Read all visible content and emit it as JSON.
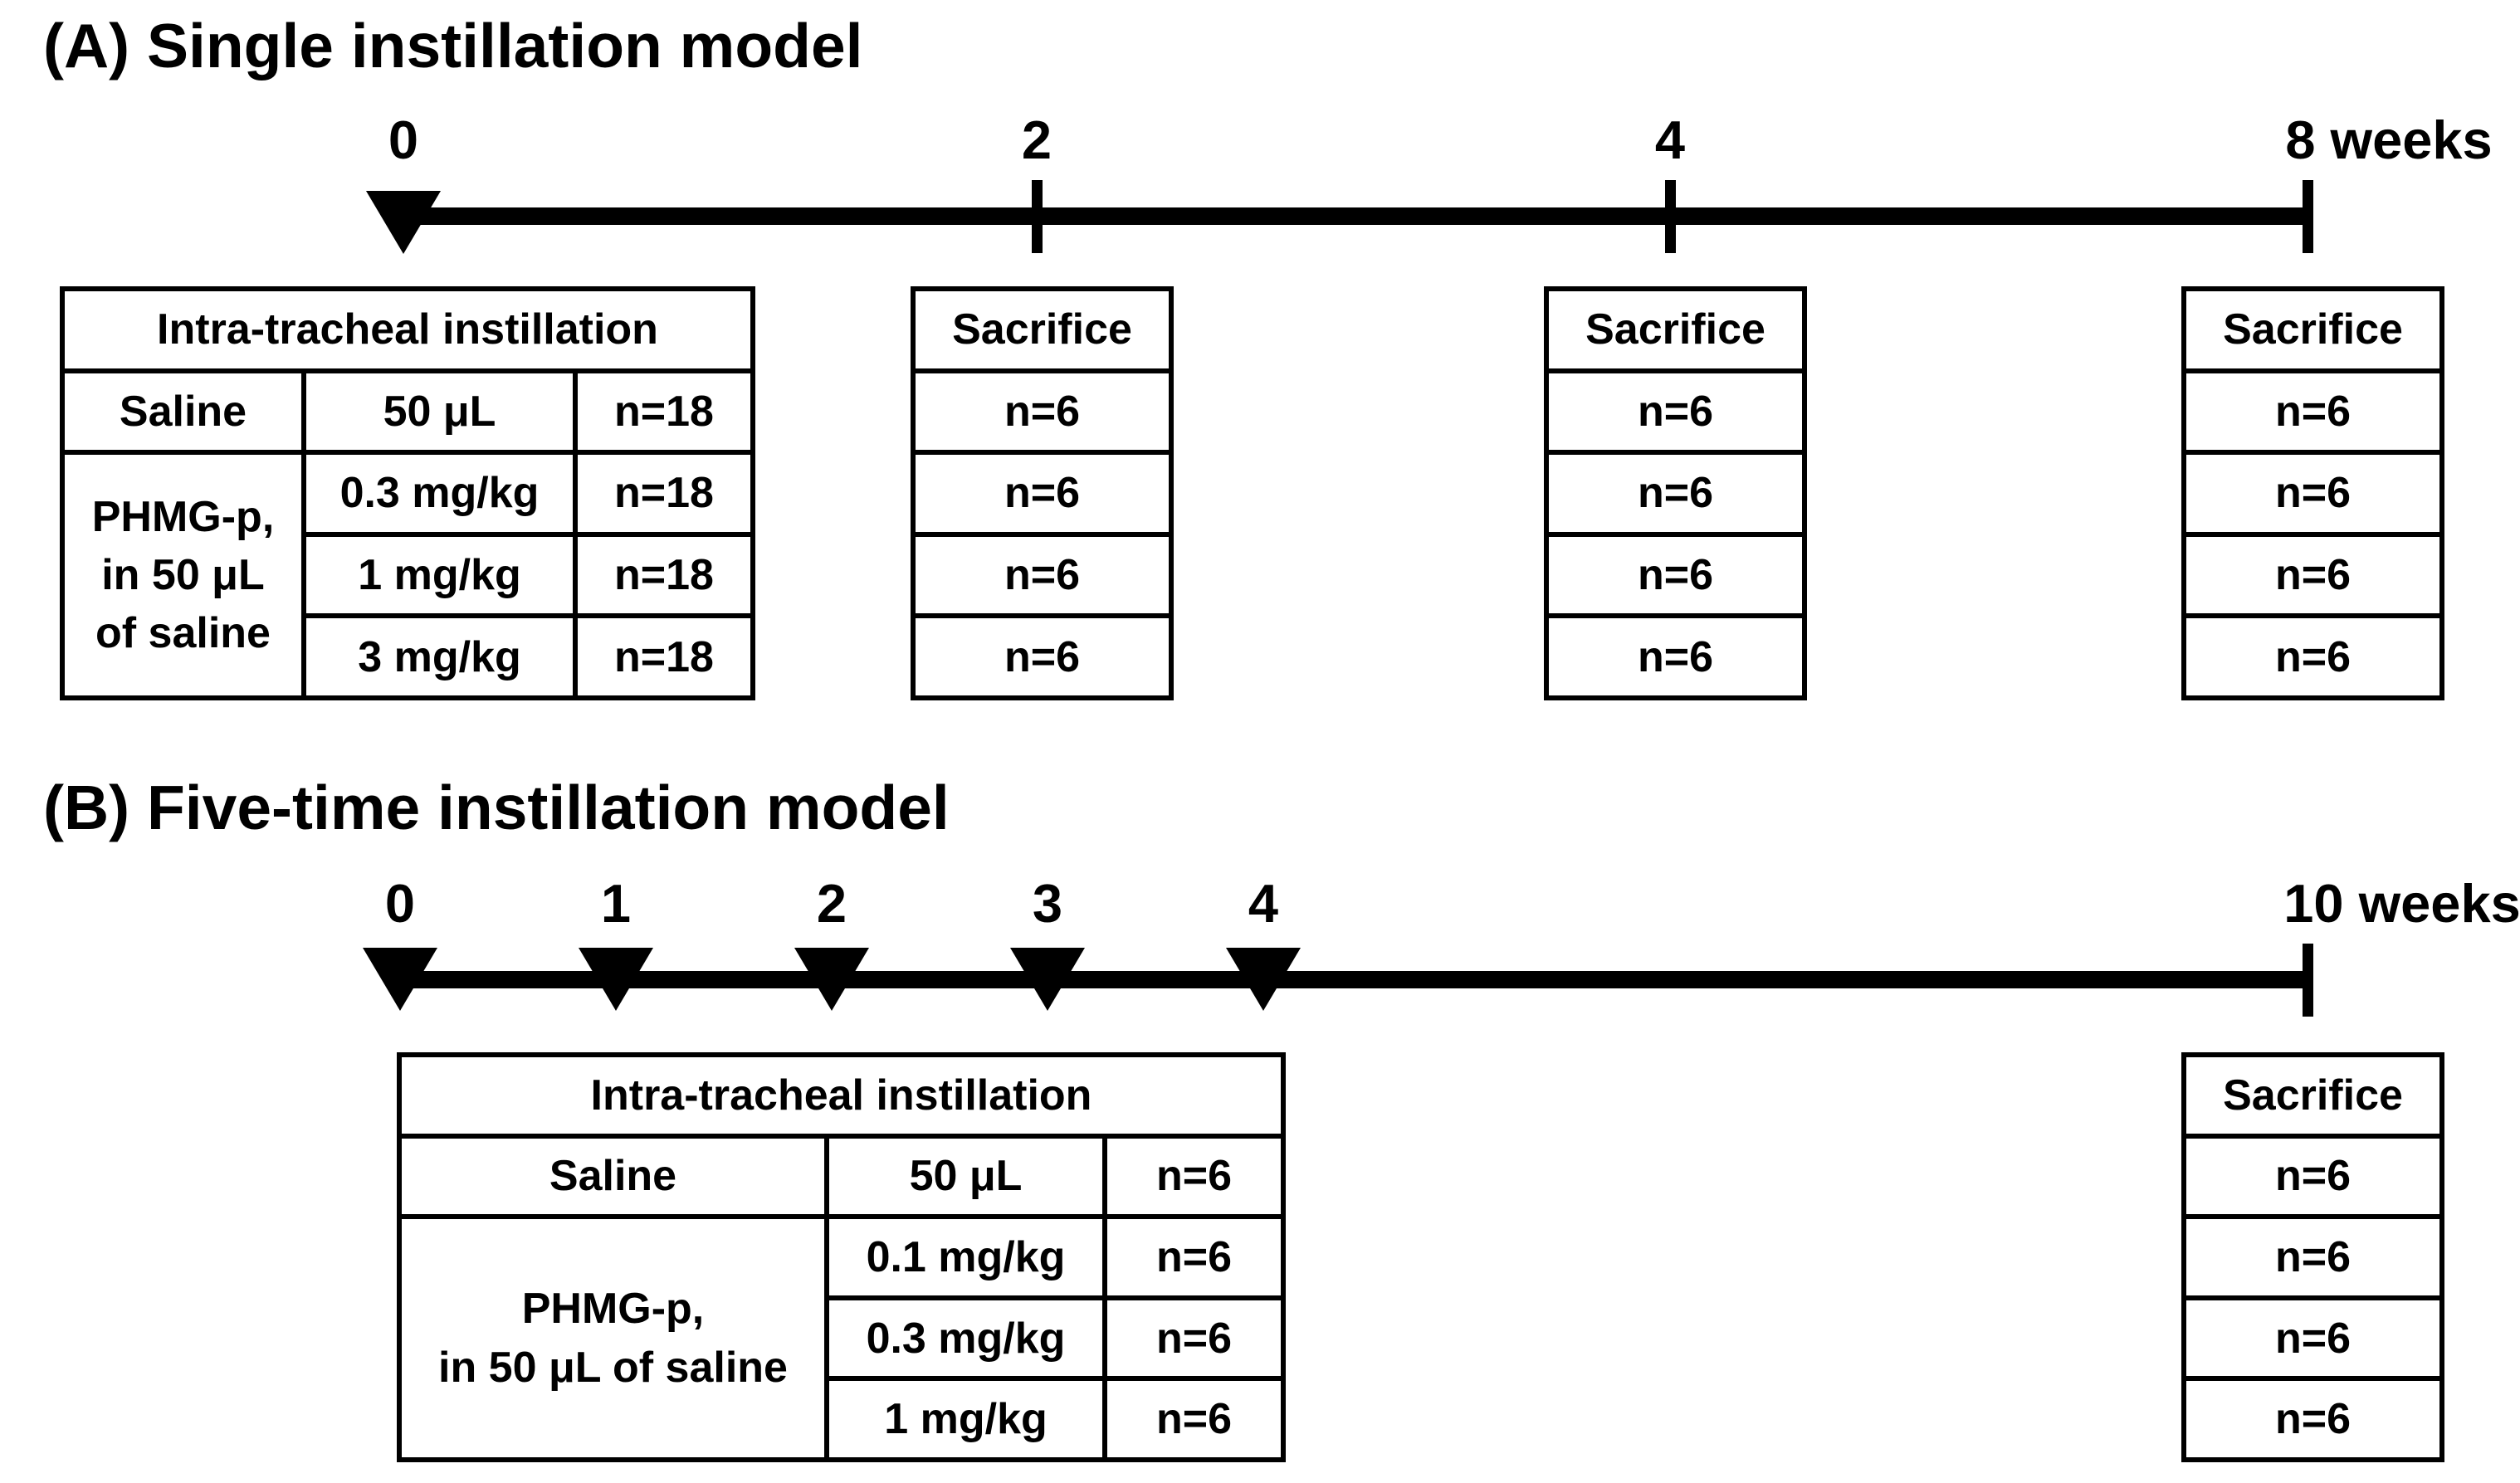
{
  "colors": {
    "foreground": "#000000",
    "background": "#ffffff"
  },
  "panel_a": {
    "title": "(A) Single instillation model",
    "timeline": {
      "tick_labels": [
        "0",
        "2",
        "4",
        "8 weeks"
      ]
    },
    "instillation_table": {
      "header": "Intra-tracheal instillation",
      "saline_row": {
        "group": "Saline",
        "dose": "50 μL",
        "count": "n=18"
      },
      "phmg_group_label": "PHMG-p,\nin 50 μL\nof saline",
      "phmg_rows": [
        {
          "dose": "0.3 mg/kg",
          "count": "n=18"
        },
        {
          "dose": "1 mg/kg",
          "count": "n=18"
        },
        {
          "dose": "3 mg/kg",
          "count": "n=18"
        }
      ]
    },
    "sacrifice_tables": [
      {
        "week": "2",
        "header": "Sacrifice",
        "counts": [
          "n=6",
          "n=6",
          "n=6",
          "n=6"
        ]
      },
      {
        "week": "4",
        "header": "Sacrifice",
        "counts": [
          "n=6",
          "n=6",
          "n=6",
          "n=6"
        ]
      },
      {
        "week": "8",
        "header": "Sacrifice",
        "counts": [
          "n=6",
          "n=6",
          "n=6",
          "n=6"
        ]
      }
    ]
  },
  "panel_b": {
    "title": "(B) Five-time instillation model",
    "timeline": {
      "tick_labels": [
        "0",
        "1",
        "2",
        "3",
        "4",
        "10 weeks"
      ]
    },
    "instillation_table": {
      "header": "Intra-tracheal instillation",
      "saline_row": {
        "group": "Saline",
        "dose": "50 μL",
        "count": "n=6"
      },
      "phmg_group_label": "PHMG-p,\nin 50 μL of saline",
      "phmg_rows": [
        {
          "dose": "0.1 mg/kg",
          "count": "n=6"
        },
        {
          "dose": "0.3 mg/kg",
          "count": "n=6"
        },
        {
          "dose": "1 mg/kg",
          "count": "n=6"
        }
      ]
    },
    "sacrifice_table": {
      "week": "10",
      "header": "Sacrifice",
      "counts": [
        "n=6",
        "n=6",
        "n=6",
        "n=6"
      ]
    }
  }
}
